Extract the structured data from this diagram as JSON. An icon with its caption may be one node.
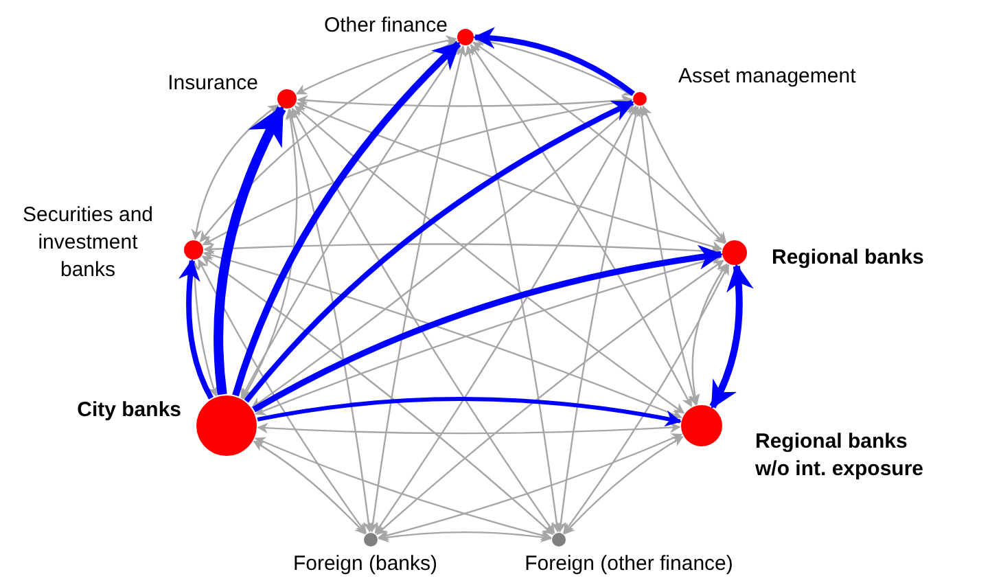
{
  "diagram": {
    "nodes": [
      {
        "text": [
          "Other finance"
        ]
      },
      {
        "text": [
          "Insurance"
        ]
      },
      {
        "text": [
          "Asset management"
        ]
      },
      {
        "text": [
          "Securities and investment banks"
        ]
      },
      {
        "text": [
          "Regional banks"
        ]
      },
      {
        "text": [
          "City banks"
        ]
      },
      {
        "text": [
          "Regional banks w/o int. exposure"
        ]
      },
      {
        "text": [
          "Foreign (banks)"
        ]
      },
      {
        "text": [
          "Foreign (other finance)"
        ]
      }
    ],
    "edges": [
      {
        "from": 0,
        "to": 1,
        "arrow": "both"
      },
      {
        "from": 0,
        "to": 2,
        "arrow": "both"
      },
      {
        "from": 0,
        "to": 3,
        "arrow": "both"
      },
      {
        "from": 0,
        "to": 4,
        "arrow": "both"
      },
      {
        "from": 0,
        "to": 5,
        "arrow": "both"
      },
      {
        "from": 0,
        "to": 6,
        "arrow": "both"
      },
      {
        "from": 0,
        "to": 7,
        "arrow": "both"
      },
      {
        "from": 0,
        "to": 8,
        "arrow": "both"
      },
      {
        "from": 1,
        "to": 2,
        "arrow": "both"
      },
      {
        "from": 1,
        "to": 3,
        "arrow": "both"
      },
      {
        "from": 1,
        "to": 4,
        "arrow": "both"
      },
      {
        "from": 1,
        "to": 5,
        "arrow": "both"
      },
      {
        "from": 1,
        "to": 6,
        "arrow": "both"
      },
      {
        "from": 1,
        "to": 7,
        "arrow": "both"
      },
      {
        "from": 1,
        "to": 8,
        "arrow": "both"
      },
      {
        "from": 2,
        "to": 3,
        "arrow": "both"
      },
      {
        "from": 2,
        "to": 4,
        "arrow": "both"
      },
      {
        "from": 2,
        "to": 5,
        "arrow": "both"
      },
      {
        "from": 2,
        "to": 6,
        "arrow": "both"
      },
      {
        "from": 2,
        "to": 7,
        "arrow": "both"
      },
      {
        "from": 2,
        "to": 8,
        "arrow": "both"
      },
      {
        "from": 3,
        "to": 4,
        "arrow": "both"
      },
      {
        "from": 3,
        "to": 5,
        "arrow": "both"
      },
      {
        "from": 3,
        "to": 6,
        "arrow": "both"
      },
      {
        "from": 3,
        "to": 7,
        "arrow": "both"
      },
      {
        "from": 3,
        "to": 8,
        "arrow": "both"
      },
      {
        "from": 4,
        "to": 5,
        "arrow": "both"
      },
      {
        "from": 4,
        "to": 6,
        "arrow": "both"
      },
      {
        "from": 4,
        "to": 7,
        "arrow": "both"
      },
      {
        "from": 4,
        "to": 8,
        "arrow": "both"
      },
      {
        "from": 5,
        "to": 6,
        "arrow": "both"
      },
      {
        "from": 5,
        "to": 7,
        "arrow": "both"
      },
      {
        "from": 5,
        "to": 8,
        "arrow": "both"
      },
      {
        "from": 6,
        "to": 7,
        "arrow": "both"
      },
      {
        "from": 6,
        "to": 8,
        "arrow": "both"
      },
      {
        "from": 7,
        "to": 8,
        "arrow": "both"
      },
      {
        "from": 5,
        "to": 3,
        "arrow": "to",
        "style": "thick",
        "color": "#0000ff"
      },
      {
        "from": 5,
        "to": 1,
        "arrow": "to",
        "style": "thick",
        "color": "#0000ff"
      },
      {
        "from": 5,
        "to": 0,
        "arrow": "to",
        "style": "thick",
        "color": "#0000ff"
      },
      {
        "from": 5,
        "to": 2,
        "arrow": "to",
        "style": "thick",
        "color": "#0000ff"
      },
      {
        "from": 5,
        "to": 4,
        "arrow": "to",
        "style": "thick",
        "color": "#0000ff"
      },
      {
        "from": 5,
        "to": 6,
        "arrow": "to",
        "style": "thick",
        "color": "#0000ff"
      },
      {
        "from": 2,
        "to": 0,
        "arrow": "to",
        "style": "thick",
        "color": "#0000ff"
      },
      {
        "from": 4,
        "to": 6,
        "arrow": "both",
        "style": "thick",
        "color": "#0000ff"
      }
    ]
  }
}
